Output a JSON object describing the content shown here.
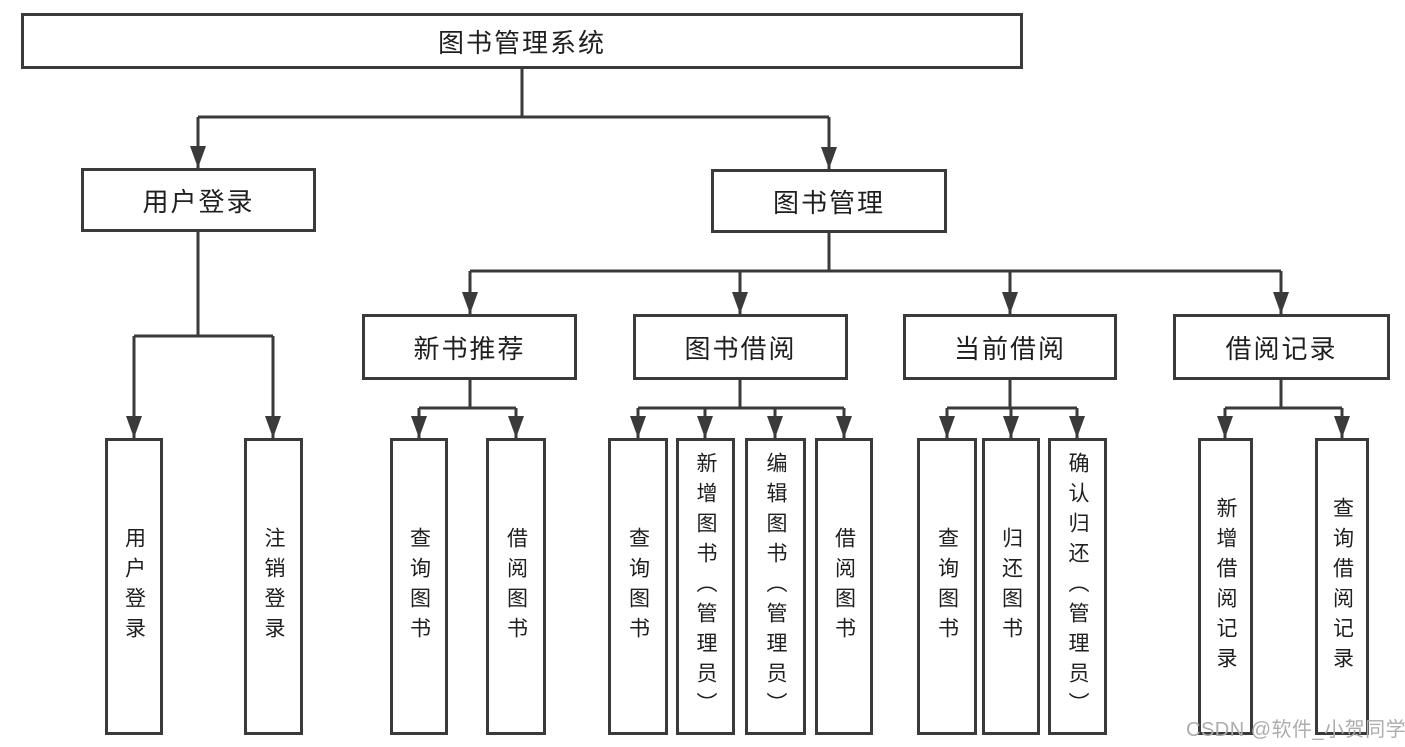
{
  "tree": {
    "root": {
      "label": "图书管理系统"
    },
    "branches": [
      {
        "label": "用户登录",
        "leaves": [
          {
            "label": "用户登录"
          },
          {
            "label": "注销登录"
          }
        ]
      },
      {
        "label": "图书管理",
        "groups": [
          {
            "label": "新书推荐",
            "leaves": [
              {
                "label": "查询图书"
              },
              {
                "label": "借阅图书"
              }
            ]
          },
          {
            "label": "图书借阅",
            "leaves": [
              {
                "label": "查询图书"
              },
              {
                "label": "新增图书（管理员）"
              },
              {
                "label": "编辑图书（管理员）"
              },
              {
                "label": "借阅图书"
              }
            ]
          },
          {
            "label": "当前借阅",
            "leaves": [
              {
                "label": "查询图书"
              },
              {
                "label": "归还图书"
              },
              {
                "label": "确认归还（管理员）"
              }
            ]
          },
          {
            "label": "借阅记录",
            "leaves": [
              {
                "label": "新增借阅记录"
              },
              {
                "label": "查询借阅记录"
              }
            ]
          }
        ]
      }
    ]
  },
  "watermark": {
    "text": "CSDN @软件_小贺同学"
  },
  "colors": {
    "line": "#3a3a3a",
    "box_border": "#3a3a3a",
    "text": "#1f1f1f",
    "watermark": "#adadad",
    "background": "#ffffff"
  }
}
